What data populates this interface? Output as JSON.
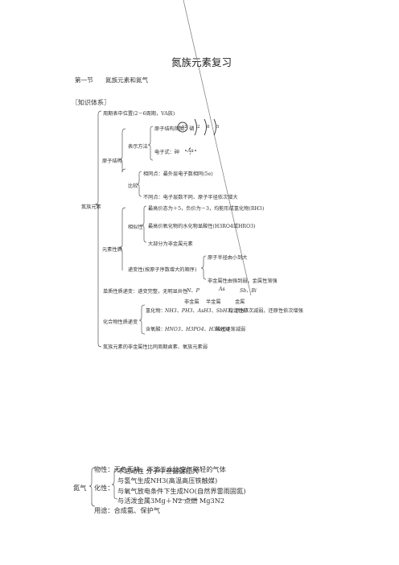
{
  "title": "氮族元素复习",
  "section": {
    "number": "第一节",
    "name": "氮族元素和氮气"
  },
  "knowledge_header": "〖知识体系〗",
  "tree": {
    "root": "氮族元素",
    "position": "周期表中位置(2－6周期，VA族)",
    "atomic_structure": {
      "label": "原子结构",
      "methods_label": "表示方法",
      "diagram_label": "原子结构简图：磷",
      "nucleus": "+15",
      "shells": [
        "2",
        "8",
        "5"
      ],
      "electron_formula_label": "电子式：砷",
      "electron_symbol": "As",
      "compare_label": "比较",
      "same": "相同点：最外层电子数相同(5e)",
      "diff": "不同点：电子层数不同、原子半径依次增大"
    },
    "element_properties": {
      "label": "元素性质",
      "similarity_label": "相似性",
      "sim1": "最高价态为＋5，负价为－3，均能形成氢化物(RH3)",
      "sim2": "最高价氧化物的水化物显酸性(H3RO4或HRO3)",
      "sim3": "大部分为非金属元素",
      "gradual_label": "递变性(按原子序数增大的顺序)",
      "grad1": "原子半径由小到大",
      "grad2": "非金属性由强到弱，金属性渐强"
    },
    "elements_row": {
      "prefix": "单质性质递变：递变完整，无明显共性",
      "group1": "N、P",
      "group2": "As",
      "group3": "Sb、Bi",
      "labels": [
        "非金属",
        "半金属",
        "金属"
      ]
    },
    "compounds": {
      "label": "化合物性质递变",
      "hydride_prefix": "氢化物：",
      "hydrides": "NH3、PH3、AsH3、SbH3、BiH3",
      "hydride_trend": "稳定性依次减弱，还原性依次增强",
      "oxyacid_prefix": "含氧酸：",
      "oxyacids": "HNO3、H3PO4、H3AsO4",
      "oxyacid_trend": "酸性逐渐减弱"
    },
    "bottom": "氮族元素的非金属性比同周期卤素、氧族元素弱"
  },
  "nitrogen": {
    "root": "氮气",
    "physical": "物性：无色无味、不溶于水比空气略轻的气体",
    "chem_label": "化性：",
    "chem": [
      "不活动性  分子中叁键键能大",
      "与氢气生成NH3(高温高压铁触媒)",
      "与氧气放电条件下生成NO(自然界雷雨固氮)",
      "与活泼金属3Mg＋N2 点燃 Mg3N2"
    ],
    "use": "用途：合成氨、保护气"
  }
}
